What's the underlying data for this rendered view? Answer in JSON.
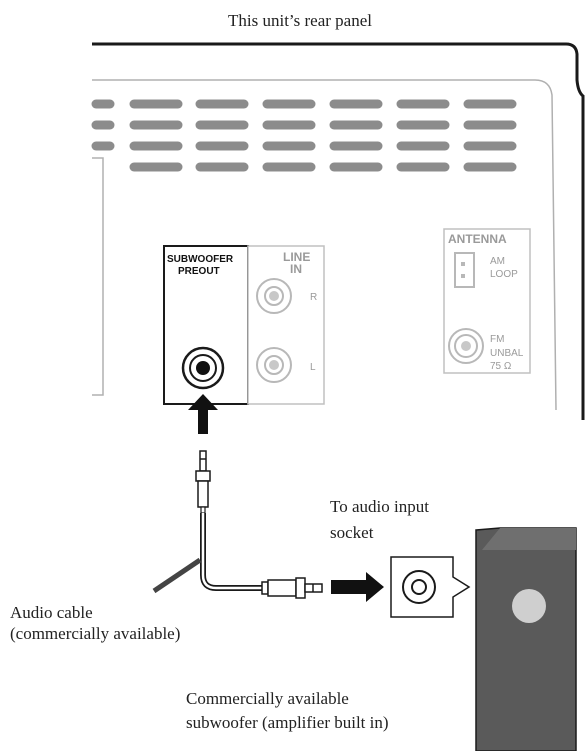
{
  "captions": {
    "rear_panel": "This unit’s rear panel",
    "to_audio_input_line1": "To audio input",
    "to_audio_input_line2": "socket",
    "audio_cable_line1": "Audio cable",
    "audio_cable_line2": "(commercially available)",
    "subwoofer_line1": "Commercially available",
    "subwoofer_line2": "subwoofer (amplifier built in)"
  },
  "panel_labels": {
    "subwoofer_line1": "SUBWOOFER",
    "subwoofer_line2": "PREOUT",
    "line_in_line1": "LINE",
    "line_in_line2": "IN",
    "channel_r": "R",
    "channel_l": "L",
    "antenna": "ANTENNA",
    "am_line1": "AM",
    "am_line2": "LOOP",
    "fm_line1": "FM",
    "fm_line2": "UNBAL",
    "fm_line3": "75 Ω"
  },
  "colors": {
    "outline": "#1a1a1a",
    "grey_part": "#b8b8b8",
    "vent": "#8c8c8c",
    "subwoofer_body": "#5a5a5a"
  }
}
